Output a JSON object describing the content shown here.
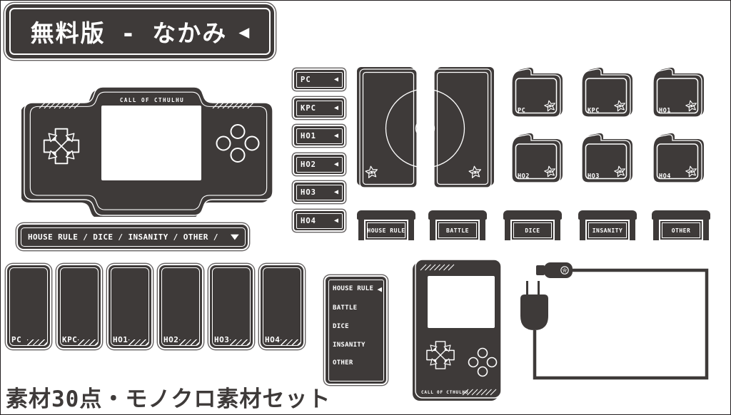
{
  "colors": {
    "ink": "#3e3a39",
    "paper": "#ffffff"
  },
  "title_banner": {
    "text": "無料版 - なかみ",
    "arrow": "◀"
  },
  "handheld_horizontal": {
    "brand": "CALL OF CTHULHU"
  },
  "handheld_vertical": {
    "brand": "CALL OF CTHULHU"
  },
  "name_buttons": [
    {
      "label": "PC",
      "arrow": "◀"
    },
    {
      "label": "KPC",
      "arrow": "◀"
    },
    {
      "label": "HO1",
      "arrow": "◀"
    },
    {
      "label": "HO2",
      "arrow": "◀"
    },
    {
      "label": "HO3",
      "arrow": "◀"
    },
    {
      "label": "HO4",
      "arrow": "◀"
    }
  ],
  "cartridges": [
    {
      "label": "PC"
    },
    {
      "label": "KPC"
    },
    {
      "label": "HO1"
    },
    {
      "label": "HO2"
    },
    {
      "label": "HO3"
    },
    {
      "label": "HO4"
    }
  ],
  "slot_tabs": [
    {
      "label": "HOUSE RULE"
    },
    {
      "label": "BATTLE"
    },
    {
      "label": "DICE"
    },
    {
      "label": "INSANITY"
    },
    {
      "label": "OTHER"
    }
  ],
  "filter_bar": {
    "text": "HOUSE RULE / DICE / INSANITY / OTHER /",
    "arrow": "▼"
  },
  "name_cards": [
    {
      "label": "PC"
    },
    {
      "label": "KPC"
    },
    {
      "label": "HO1"
    },
    {
      "label": "HO2"
    },
    {
      "label": "HO3"
    },
    {
      "label": "HO4"
    }
  ],
  "dropdown_list": {
    "items": [
      {
        "label": "HOUSE RULE",
        "arrow": "◀"
      },
      {
        "label": "BATTLE"
      },
      {
        "label": "DICE"
      },
      {
        "label": "INSANITY"
      },
      {
        "label": "OTHER"
      }
    ]
  },
  "footer": {
    "text": "素材30点・モノクロ素材セット"
  }
}
